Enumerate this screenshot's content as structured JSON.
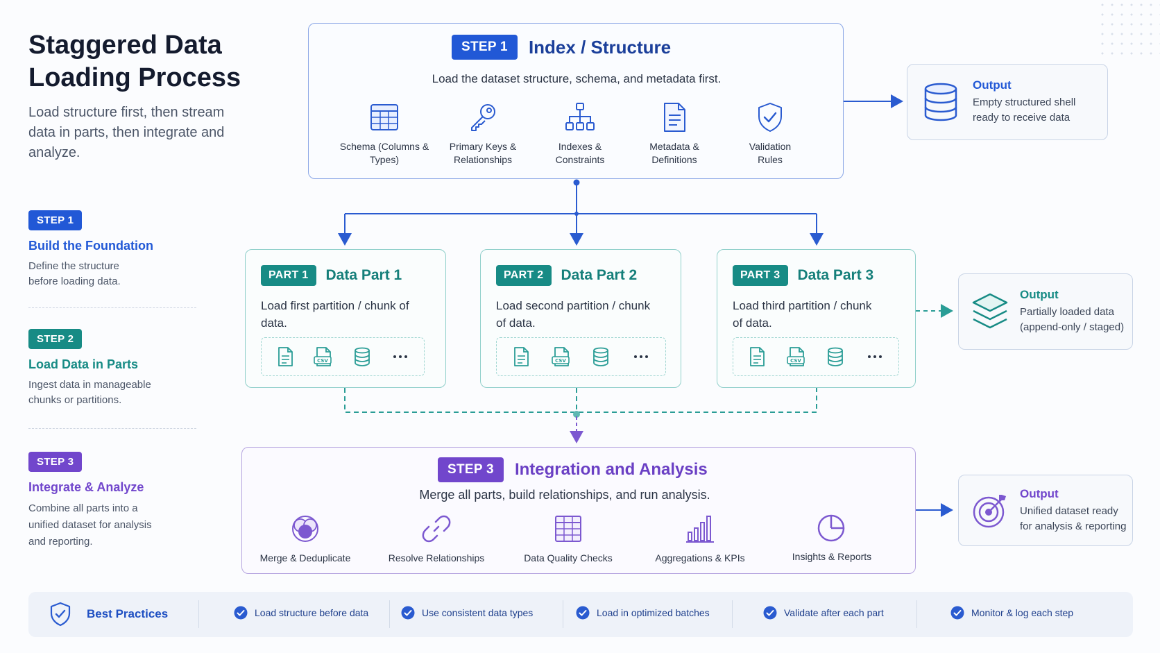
{
  "header": {
    "title": "Staggered Data Loading Process",
    "subtitle": "Load structure first, then stream data in parts, then integrate and analyze."
  },
  "sidebar": {
    "steps": [
      {
        "badge": "STEP 1",
        "title": "Build the Foundation",
        "desc": "Define the structure before loading data.",
        "color": "#2158d6"
      },
      {
        "badge": "STEP 2",
        "title": "Load Data in Parts",
        "desc": "Ingest data in manageable chunks or partitions.",
        "color": "#178b85"
      },
      {
        "badge": "STEP 3",
        "title": "Integrate & Analyze",
        "desc": "Combine all parts into a unified dataset for analysis and reporting.",
        "color": "#7146cc"
      }
    ]
  },
  "step1": {
    "badge": "STEP 1",
    "title": "Index / Structure",
    "desc": "Load the dataset structure, schema, and metadata first.",
    "items": [
      {
        "icon": "table-grid-icon",
        "label": "Schema (Columns & Types)"
      },
      {
        "icon": "key-icon",
        "label": "Primary Keys & Relationships"
      },
      {
        "icon": "hierarchy-icon",
        "label": "Indexes & Constraints"
      },
      {
        "icon": "document-icon",
        "label": "Metadata & Definitions"
      },
      {
        "icon": "shield-check-icon",
        "label": "Validation Rules"
      }
    ]
  },
  "outputs": [
    {
      "title": "Output",
      "desc": "Empty structured shell ready to receive data",
      "icon": "database-icon"
    },
    {
      "title": "Output",
      "desc": "Partially loaded data (append-only / staged)",
      "icon": "layers-icon"
    },
    {
      "title": "Output",
      "desc": "Unified dataset ready for analysis & reporting",
      "icon": "target-icon"
    }
  ],
  "parts": [
    {
      "badge": "PART 1",
      "title": "Data Part 1",
      "desc": "Load first partition / chunk of data."
    },
    {
      "badge": "PART 2",
      "title": "Data Part 2",
      "desc": "Load second partition / chunk of data."
    },
    {
      "badge": "PART 3",
      "title": "Data Part 3",
      "desc": "Load third partition / chunk of data."
    }
  ],
  "part_icons": {
    "file": "file-icon",
    "csv": "CSV",
    "db": "database-icon",
    "more": "more-icon"
  },
  "step3": {
    "badge": "STEP 3",
    "title": "Integration and Analysis",
    "desc": "Merge all parts, build relationships, and run analysis.",
    "items": [
      {
        "icon": "merge-icon",
        "label": "Merge & Deduplicate"
      },
      {
        "icon": "link-icon",
        "label": "Resolve Relationships"
      },
      {
        "icon": "grid-check-icon",
        "label": "Data Quality Checks"
      },
      {
        "icon": "bar-chart-icon",
        "label": "Aggregations & KPIs"
      },
      {
        "icon": "pie-chart-icon",
        "label": "Insights & Reports"
      }
    ]
  },
  "best_practices": {
    "title": "Best Practices",
    "items": [
      "Load structure before data",
      "Use consistent data types",
      "Load in optimized batches",
      "Validate after each part",
      "Monitor & log each step"
    ]
  },
  "colors": {
    "blue": "#2158d6",
    "teal": "#178b85",
    "purple": "#7146cc"
  }
}
